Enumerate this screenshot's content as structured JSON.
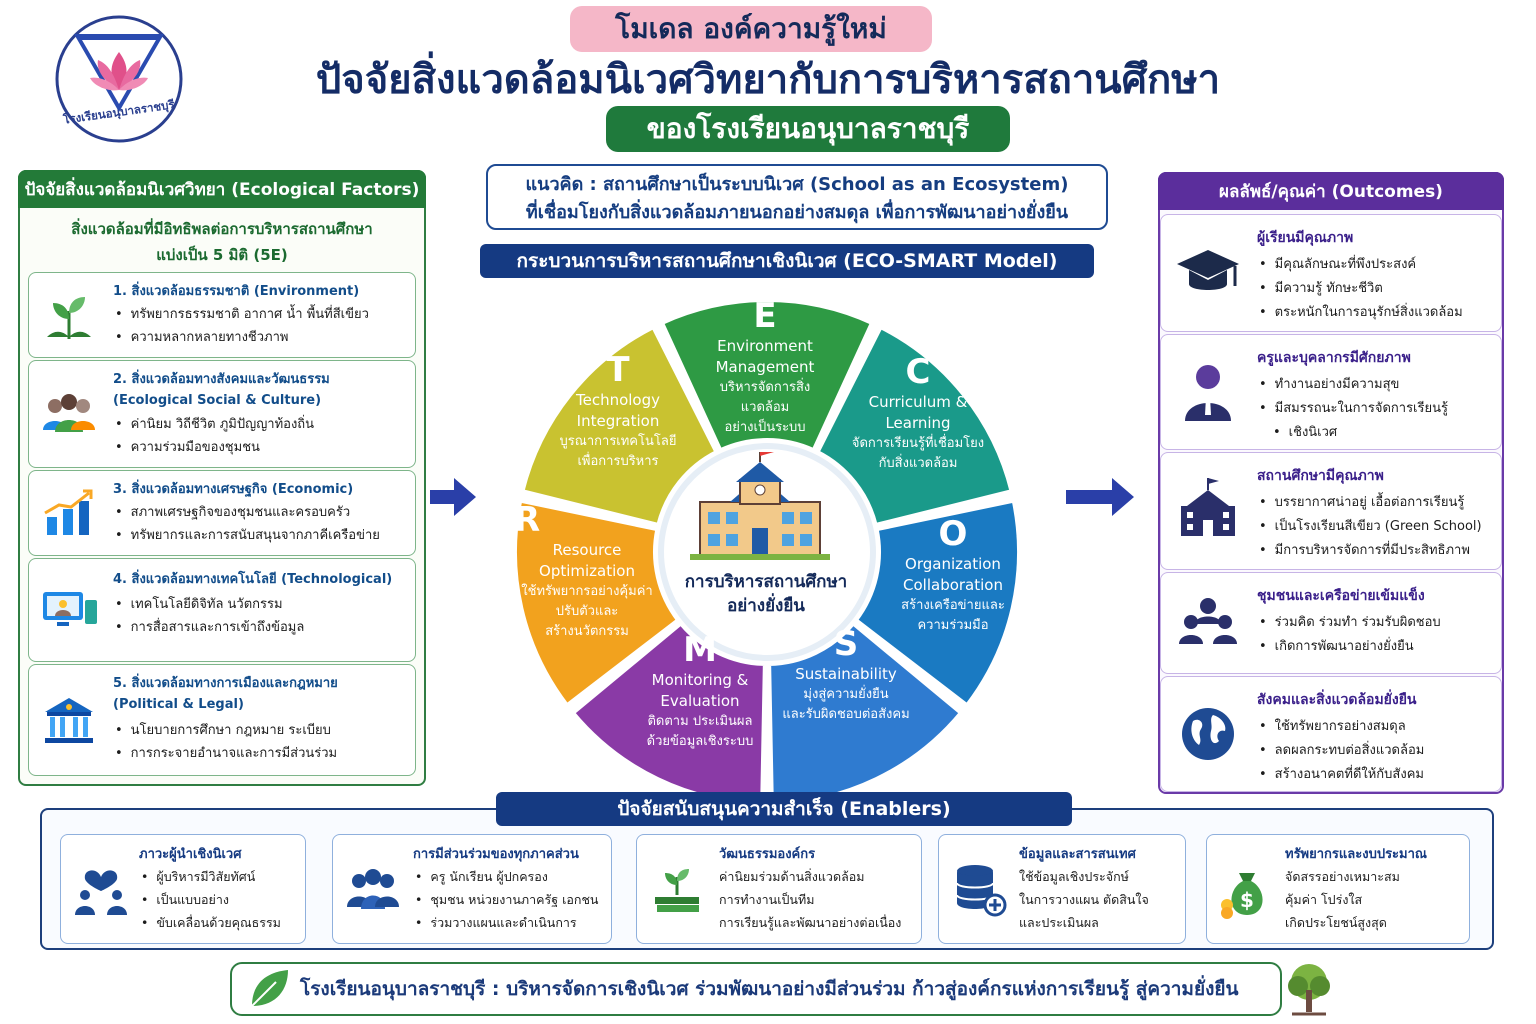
{
  "header": {
    "logo_text": "โรงเรียนอนุบาลราชบุรี",
    "subtitle": "โมเดล องค์ความรู้ใหม่",
    "title": "ปัจจัยสิ่งแวดล้อมนิเวศวิทยากับการบริหารสถานศึกษา",
    "school": "ของโรงเรียนอนุบาลราชบุรี"
  },
  "left": {
    "heading": "ปัจจัยสิ่งแวดล้อมนิเวศวิทยา (Ecological Factors)",
    "intro1": "สิ่งแวดล้อมที่มีอิทธิพลต่อการบริหารสถานศึกษา",
    "intro2": "แบ่งเป็น 5 มิติ (5E)",
    "factors": [
      {
        "icon": "plant-growth-icon",
        "title": "1. สิ่งแวดล้อมธรรมชาติ (Environment)",
        "title2": "",
        "bullets": [
          "ทรัพยากรธรรมชาติ อากาศ น้ำ พื้นที่สีเขียว",
          "ความหลากหลายทางชีวภาพ"
        ]
      },
      {
        "icon": "people-group-icon",
        "title": "2. สิ่งแวดล้อมทางสังคมและวัฒนธรรม",
        "title2": "(Ecological Social & Culture)",
        "bullets": [
          "ค่านิยม วิถีชีวิต ภูมิปัญญาท้องถิ่น",
          "ความร่วมมือของชุมชน"
        ]
      },
      {
        "icon": "bar-chart-icon",
        "title": "3. สิ่งแวดล้อมทางเศรษฐกิจ (Economic)",
        "title2": "",
        "bullets": [
          "สภาพเศรษฐกิจของชุมชนและครอบครัว",
          "ทรัพยากรและการสนับสนุนจากภาคีเครือข่าย"
        ]
      },
      {
        "icon": "devices-icon",
        "title": "4. สิ่งแวดล้อมทางเทคโนโลยี (Technological)",
        "title2": "",
        "bullets": [
          "เทคโนโลยีดิจิทัล นวัตกรรม",
          "การสื่อสารและการเข้าถึงข้อมูล"
        ]
      },
      {
        "icon": "government-building-icon",
        "title": "5. สิ่งแวดล้อมทางการเมืองและกฎหมาย",
        "title2": "(Political & Legal)",
        "bullets": [
          "นโยบายการศึกษา กฎหมาย ระเบียบ",
          "การกระจายอำนาจและการมีส่วนร่วม"
        ]
      }
    ]
  },
  "concept": {
    "line1": "แนวคิด : สถานศึกษาเป็นระบบนิเวศ (School as an Ecosystem)",
    "line2": "ที่เชื่อมโยงกับสิ่งแวดล้อมภายนอกอย่างสมดุล เพื่อการพัฒนาอย่างยั่งยืน"
  },
  "process_title": "กระบวนการบริหารสถานศึกษาเชิงนิเวศ (ECO-SMART Model)",
  "wheel": {
    "center1": "การบริหารสถานศึกษา",
    "center2": "อย่างยั่งยืน",
    "segments": [
      {
        "letter": "E",
        "name1": "Environment",
        "name2": "Management",
        "desc1": "บริหารจัดการสิ่งแวดล้อม",
        "desc2": "อย่างเป็นระบบ",
        "color": "#2e9a44"
      },
      {
        "letter": "C",
        "name1": "Curriculum &",
        "name2": "Learning",
        "desc1": "จัดการเรียนรู้ที่เชื่อมโยง",
        "desc2": "กับสิ่งแวดล้อม",
        "color": "#1a9a8a"
      },
      {
        "letter": "O",
        "name1": "Organization",
        "name2": "Collaboration",
        "desc1": "สร้างเครือข่ายและ",
        "desc2": "ความร่วมมือ",
        "color": "#1a7ac2"
      },
      {
        "letter": "S",
        "name1": "Sustainability",
        "name2": "",
        "desc1": "มุ่งสู่ความยั่งยืน",
        "desc2": "และรับผิดชอบต่อสังคม",
        "color": "#2f7bd0"
      },
      {
        "letter": "M",
        "name1": "Monitoring &",
        "name2": "Evaluation",
        "desc1": "ติดตาม ประเมินผล",
        "desc2": "ด้วยข้อมูลเชิงระบบ",
        "color": "#8a3aa6"
      },
      {
        "letter": "R",
        "name1": "Resource",
        "name2": "Optimization",
        "desc1": "ใช้ทรัพยากรอย่างคุ้มค่า",
        "desc2": "ปรับตัวและ",
        "desc3": "สร้างนวัตกรรม",
        "color": "#f2a21e"
      },
      {
        "letter": "T",
        "name1": "Technology",
        "name2": "Integration",
        "desc1": "บูรณาการเทคโนโลยี",
        "desc2": "เพื่อการบริหาร",
        "color": "#c9c230"
      }
    ]
  },
  "right": {
    "heading": "ผลลัพธ์/คุณค่า (Outcomes)",
    "outcomes": [
      {
        "icon": "graduation-cap-icon",
        "title": "ผู้เรียนมีคุณภาพ",
        "bullets": [
          "มีคุณลักษณะที่พึงประสงค์",
          "มีความรู้ ทักษะชีวิต",
          "ตระหนักในการอนุรักษ์สิ่งแวดล้อม"
        ]
      },
      {
        "icon": "teacher-icon",
        "title": "ครูและบุคลากรมีศักยภาพ",
        "bullets": [
          "ทำงานอย่างมีความสุข",
          "มีสมรรถนะในการจัดการเรียนรู้",
          "เชิงนิเวศ"
        ]
      },
      {
        "icon": "school-building-icon",
        "title": "สถานศึกษามีคุณภาพ",
        "bullets": [
          "บรรยากาศน่าอยู่ เอื้อต่อการเรียนรู้",
          "เป็นโรงเรียนสีเขียว (Green School)",
          "มีการบริหารจัดการที่มีประสิทธิภาพ"
        ]
      },
      {
        "icon": "community-icon",
        "title": "ชุมชนและเครือข่ายเข้มแข็ง",
        "bullets": [
          "ร่วมคิด ร่วมทำ ร่วมรับผิดชอบ",
          "เกิดการพัฒนาอย่างยั่งยืน"
        ]
      },
      {
        "icon": "globe-icon",
        "title": "สังคมและสิ่งแวดล้อมยั่งยืน",
        "bullets": [
          "ใช้ทรัพยากรอย่างสมดุล",
          "ลดผลกระทบต่อสิ่งแวดล้อม",
          "สร้างอนาคตที่ดีให้กับสังคม"
        ]
      }
    ]
  },
  "enablers": {
    "heading": "ปัจจัยสนับสนุนความสำเร็จ (Enablers)",
    "items": [
      {
        "icon": "leadership-heart-icon",
        "title": "ภาวะผู้นำเชิงนิเวศ",
        "lines": [
          "ผู้บริหารมีวิสัยทัศน์",
          "เป็นแบบอย่าง",
          "ขับเคลื่อนด้วยคุณธรรม"
        ]
      },
      {
        "icon": "participation-group-icon",
        "title": "การมีส่วนร่วมของทุกภาคส่วน",
        "lines": [
          "ครู นักเรียน ผู้ปกครอง",
          "ชุมชน หน่วยงานภาครัฐ เอกชน",
          "ร่วมวางแผนและดำเนินการ"
        ]
      },
      {
        "icon": "books-plant-icon",
        "title": "วัฒนธรรมองค์กร",
        "lines": [
          "ค่านิยมร่วมด้านสิ่งแวดล้อม",
          "การทำงานเป็นทีม",
          "การเรียนรู้และพัฒนาอย่างต่อเนื่อง"
        ]
      },
      {
        "icon": "database-icon",
        "title": "ข้อมูลและสารสนเทศ",
        "lines": [
          "ใช้ข้อมูลเชิงประจักษ์",
          "ในการวางแผน ตัดสินใจ",
          "และประเมินผล"
        ]
      },
      {
        "icon": "money-bag-icon",
        "title": "ทรัพยากรและงบประมาณ",
        "lines": [
          "จัดสรรอย่างเหมาะสม",
          "คุ้มค่า โปร่งใส",
          "เกิดประโยชน์สูงสุด"
        ]
      }
    ]
  },
  "footer": {
    "text": "โรงเรียนอนุบาลราชบุรี : บริหารจัดการเชิงนิเวศ ร่วมพัฒนาอย่างมีส่วนร่วม ก้าวสู่องค์กรแห่งการเรียนรู้ สู่ความยั่งยืน"
  }
}
